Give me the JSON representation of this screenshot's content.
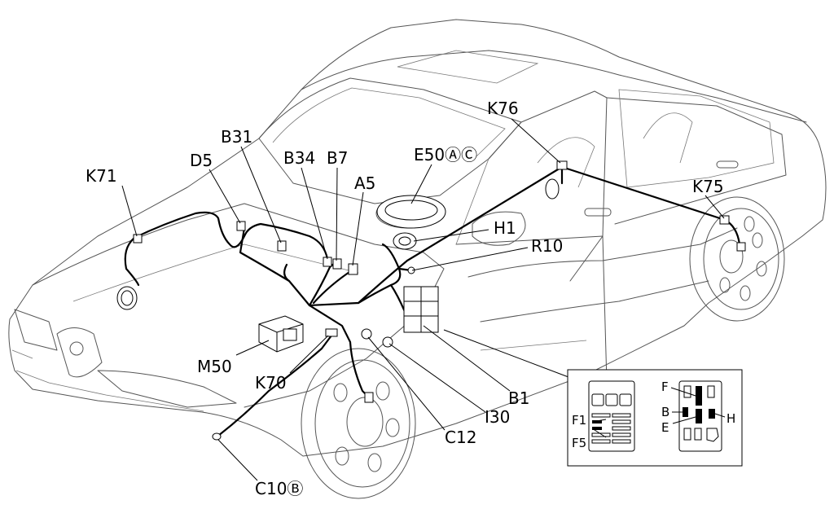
{
  "labels": {
    "k71": "K71",
    "d5": "D5",
    "b31": "B31",
    "b34": "B34",
    "b7": "B7",
    "a5": "A5",
    "e50": "E50ⒶⒸ",
    "k76": "K76",
    "k75": "K75",
    "h1": "H1",
    "r10": "R10",
    "m50": "M50",
    "k70": "K70",
    "b1": "B1",
    "i30": "I30",
    "c12": "C12",
    "c10": "C10Ⓑ"
  },
  "inset": {
    "f1": "F1",
    "f5": "F5",
    "f": "F",
    "b": "B",
    "e": "E",
    "h": "H"
  }
}
